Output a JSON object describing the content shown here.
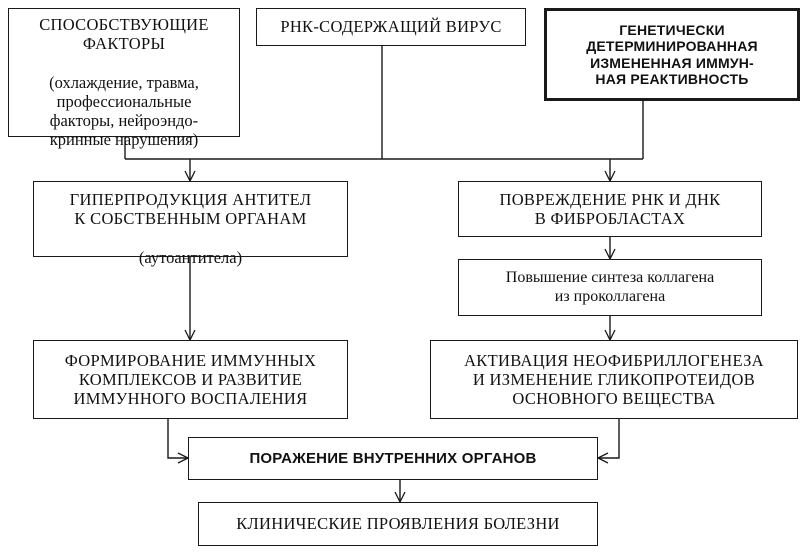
{
  "nodes": {
    "factors": {
      "title": "СПОСОБСТВУЮЩИЕ\nФАКТОРЫ",
      "detail": "(охлаждение, травма,\nпрофессиональные\nфакторы, нейроэндо-\nкринные нарушения)"
    },
    "virus": "РНК-СОДЕРЖАЩИЙ ВИРУС",
    "genetic": "ГЕНЕТИЧЕСКИ\nДЕТЕРМИНИРОВАННАЯ\nИЗМЕНЕННАЯ ИММУН-\nНАЯ РЕАКТИВНОСТЬ",
    "antibodies": {
      "title": "ГИПЕРПРОДУКЦИЯ АНТИТЕЛ\nК СОБСТВЕННЫМ ОРГАНАМ",
      "detail": "(аутоантитела)"
    },
    "damage": "ПОВРЕЖДЕНИЕ РНК И ДНК\nВ ФИБРОБЛАСТАХ",
    "collagen": "Повышение синтеза коллагена\nиз проколлагена",
    "complexes": "ФОРМИРОВАНИЕ ИММУННЫХ\nКОМПЛЕКСОВ И РАЗВИТИЕ\nИММУННОГО ВОСПАЛЕНИЯ",
    "activation": "АКТИВАЦИЯ НЕОФИБРИЛЛОГЕНЕЗА\nИ ИЗМЕНЕНИЕ ГЛИКОПРОТЕИДОВ\nОСНОВНОГО ВЕЩЕСТВА",
    "organs": "ПОРАЖЕНИЕ ВНУТРЕННИХ ОРГАНОВ",
    "clinical": "КЛИНИЧЕСКИЕ ПРОЯВЛЕНИЯ БОЛЕЗНИ"
  },
  "edges": [
    {
      "from": "factors",
      "to": "antibodies"
    },
    {
      "from": "factors",
      "to": "damage"
    },
    {
      "from": "virus",
      "to": "antibodies"
    },
    {
      "from": "virus",
      "to": "damage"
    },
    {
      "from": "genetic",
      "to": "antibodies"
    },
    {
      "from": "genetic",
      "to": "damage"
    },
    {
      "from": "antibodies",
      "to": "complexes"
    },
    {
      "from": "damage",
      "to": "collagen"
    },
    {
      "from": "collagen",
      "to": "activation"
    },
    {
      "from": "complexes",
      "to": "organs"
    },
    {
      "from": "activation",
      "to": "organs"
    },
    {
      "from": "organs",
      "to": "clinical"
    }
  ]
}
